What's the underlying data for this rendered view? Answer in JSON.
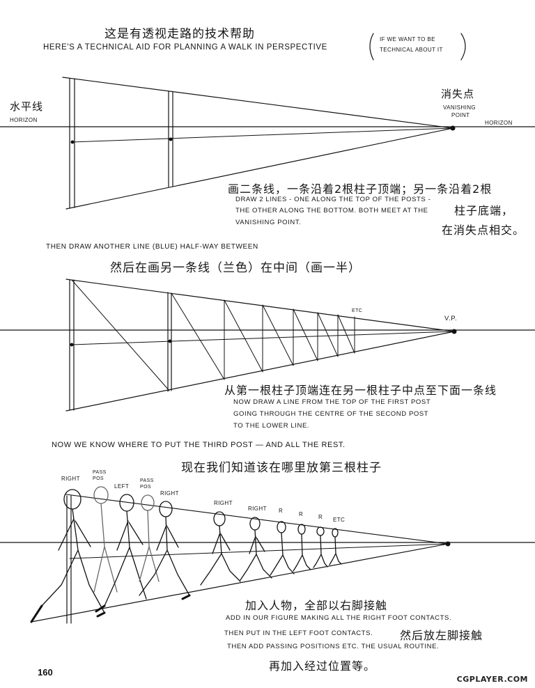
{
  "title": {
    "chinese": "这是有透视走路的技术帮助",
    "english": "HERE'S A TECHNICAL AID FOR PLANNING A WALK IN PERSPECTIVE",
    "aside": [
      "IF WE WANT TO BE",
      "TECHNICAL ABOUT IT"
    ]
  },
  "diagram1": {
    "horizon_cn": "水平线",
    "horizon_left": "HORIZON",
    "horizon_right": "HORIZON",
    "vp_cn": "消失点",
    "vp_line1": "VANISHING",
    "vp_line2": "POINT",
    "note_cn_1": "画二条线，一条沿着2根柱子顶端；另一条沿着2根",
    "note_en_1": "DRAW 2 LINES - ONE ALONG THE TOP OF THE POSTS -",
    "note_en_2": "THE OTHER ALONG THE BOTTOM. BOTH MEET AT THE",
    "note_en_3": "VANISHING POINT.",
    "note_cn_2": "柱子底端，",
    "note_cn_3": "在消失点相交。"
  },
  "diagram2": {
    "intro_en": "THEN DRAW ANOTHER LINE (BLUE) HALF-WAY BETWEEN",
    "intro_cn": "然后在画另一条线（兰色）在中间（画一半）",
    "etc": "ETC",
    "vp": "V.P.",
    "note_cn": "从第一根柱子顶端连在另一根柱子中点至下面一条线",
    "note_en_1": "NOW DRAW A LINE FROM THE TOP OF THE FIRST POST",
    "note_en_2": "GOING THROUGH THE CENTRE OF THE SECOND POST",
    "note_en_3": "TO THE LOWER LINE."
  },
  "diagram3": {
    "intro_en": "NOW WE KNOW WHERE TO PUT THE THIRD POST — AND ALL THE REST.",
    "intro_cn": "现在我们知道该在哪里放第三根柱子",
    "labels": [
      "RIGHT",
      "PASS POS",
      "LEFT",
      "PASS POS",
      "RIGHT",
      "RIGHT",
      "RIGHT",
      "R",
      "R",
      "R",
      "ETC"
    ],
    "note_cn_1": "加入人物，全部以右脚接触",
    "note_en_1": "ADD IN OUR FIGURE MAKING ALL THE RIGHT FOOT CONTACTS.",
    "note_en_2": "THEN PUT IN THE LEFT FOOT CONTACTS.",
    "note_cn_2": "然后放左脚接触",
    "note_en_3": "THEN ADD PASSING POSITIONS ETC. THE USUAL ROUTINE.",
    "note_cn_3": "再加入经过位置等。"
  },
  "page_number": "160",
  "watermark": "CGPLAYER.COM"
}
